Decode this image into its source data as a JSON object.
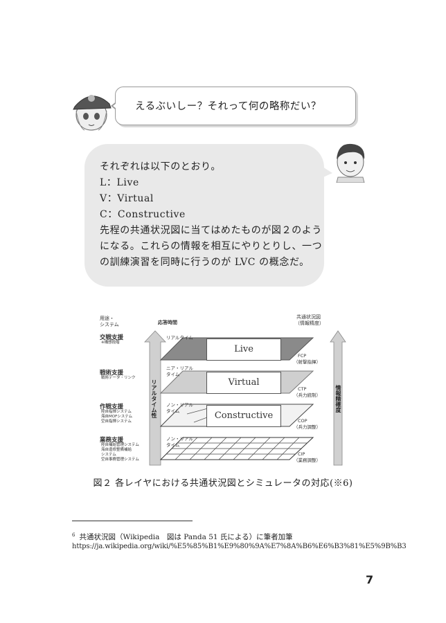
{
  "dialogue": {
    "speaker1_text": "えるぶいしー？それって何の略称だい？",
    "speaker2_lines": [
      "それぞれは以下のとおり。",
      "L：Live",
      "V：Virtual",
      "C：Constructive",
      "先程の共通状況図に当てはめたものが図２のよう",
      "になる。これらの情報を相互にやりとりし、一つ",
      "の訓練演習を同時に行うのが LVC の概念だ。"
    ]
  },
  "figure": {
    "left_header_1": "用途・",
    "left_header_2": "システム",
    "center_header": "応答時間",
    "right_header_1": "共通状況図",
    "right_header_2": "（情報精度）",
    "left_arrow_label": "リアルタイム性",
    "right_arrow_label": "情報精確度",
    "layers": [
      {
        "name": "交戦支援",
        "sub": [
          "※構想段階"
        ],
        "time": [
          "リアルタイム"
        ],
        "box": "Live",
        "code": "FCP",
        "code_sub": "（射撃指揮）"
      },
      {
        "name": "戦術支援",
        "sub": [
          "戦術データ・リンク"
        ],
        "time": [
          "ニア・リアル",
          "タイム"
        ],
        "box": "Virtual",
        "code": "CTP",
        "code_sub": "（兵力統制）"
      },
      {
        "name": "作戦支援",
        "sub": [
          "陸自指揮システム",
          "海自MOFシステム",
          "空自指揮システム"
        ],
        "time": [
          "ノン・リアル",
          "タイム"
        ],
        "box": "Constructive",
        "code": "COP",
        "code_sub": "（兵力調整）"
      },
      {
        "name": "業務支援",
        "sub": [
          "陸自補給管理システム",
          "海自造修整備補給",
          "システム",
          "空自事務管理システム"
        ],
        "time": [
          "ノン・リアル",
          "タイム"
        ],
        "box": "",
        "code": "CIP",
        "code_sub": "（業務調整）"
      }
    ]
  },
  "caption": "図２ 各レイヤにおける共通状況図とシミュレータの対応(※6)",
  "footnote": {
    "marker": "6",
    "text": "共通状況図（Wikipedia　図は Panda 51 氏による）に筆者加筆",
    "url": "https://ja.wikipedia.org/wiki/%E5%85%B1%E9%80%9A%E7%8A%B6%E6%B3%81%E5%9B%B3"
  },
  "page_number": "7"
}
